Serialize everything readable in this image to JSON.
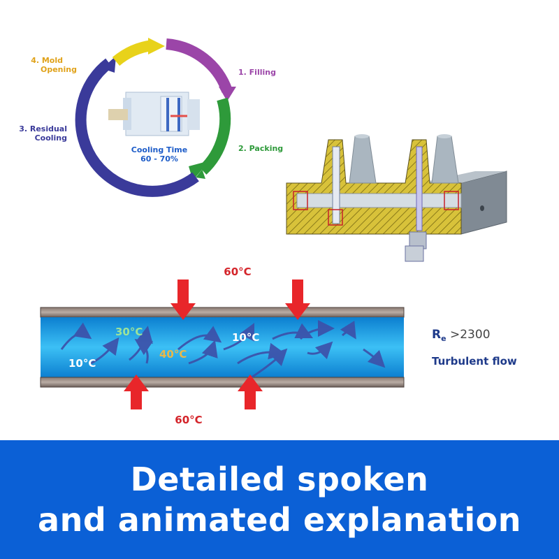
{
  "cycle": {
    "steps": [
      {
        "label_line1": "1. Filling",
        "label_line2": "",
        "color": "#9b45a8"
      },
      {
        "label_line1": "2. Packing",
        "label_line2": "",
        "color": "#2e9a3a"
      },
      {
        "label_line1": "3. Residual",
        "label_line2": "Cooling",
        "color": "#3a3a9a"
      },
      {
        "label_line1": "4. Mold",
        "label_line2": "Opening",
        "color": "#e0a21a"
      }
    ],
    "center_title": "Cooling Time",
    "center_value": "60 - 70%",
    "center_color": "#1d5cc8"
  },
  "pipe": {
    "wall_temp_top": "60°C",
    "wall_temp_bottom": "60°C",
    "fluid_temps": [
      {
        "text": "30°C",
        "color": "#9de39a"
      },
      {
        "text": "40°C",
        "color": "#e8b84a"
      },
      {
        "text": "10°C",
        "color": "#ffffff"
      },
      {
        "text": "10°C",
        "color": "#ffffff"
      }
    ],
    "reynolds_symbol": "R",
    "reynolds_sub": "e",
    "reynolds_value": ">2300",
    "flow_type": "Turbulent flow",
    "arrow_color": "#e8262a",
    "water_color": "#1fa4e8"
  },
  "banner": {
    "line1": "Detailed spoken",
    "line2": "and animated explanation",
    "background": "#0b60d6"
  }
}
